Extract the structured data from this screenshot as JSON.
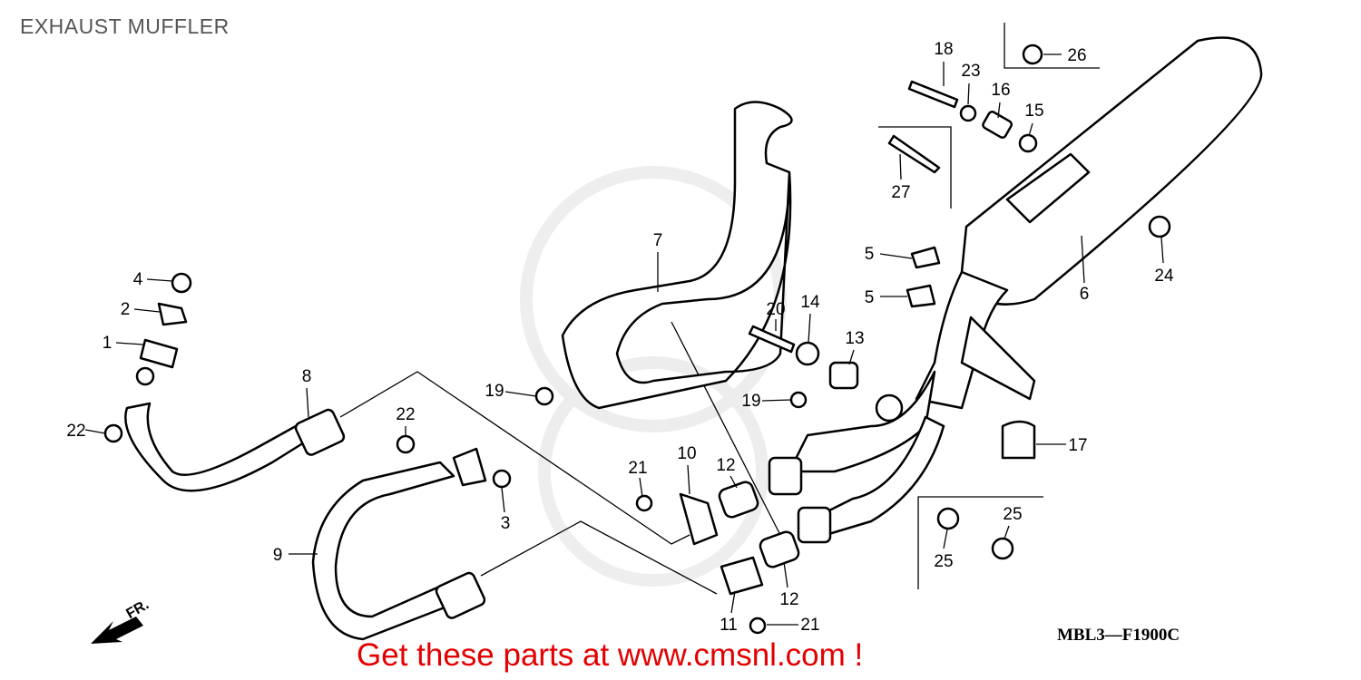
{
  "title": "EXHAUST MUFFLER",
  "diagram_code": "MBL3—F1900C",
  "footer": "Get these parts at www.cmsnl.com !",
  "direction_label": "FR.",
  "callouts": [
    "18",
    "23",
    "16",
    "15",
    "26",
    "27",
    "24",
    "6",
    "5",
    "5",
    "7",
    "4",
    "2",
    "1",
    "8",
    "22",
    "22",
    "3",
    "9",
    "19",
    "20",
    "14",
    "13",
    "19",
    "17",
    "10",
    "21",
    "12",
    "12",
    "11",
    "21",
    "25",
    "25"
  ],
  "colors": {
    "footer": "#e30000",
    "title": "#555555",
    "watermark": "#dddddd"
  }
}
